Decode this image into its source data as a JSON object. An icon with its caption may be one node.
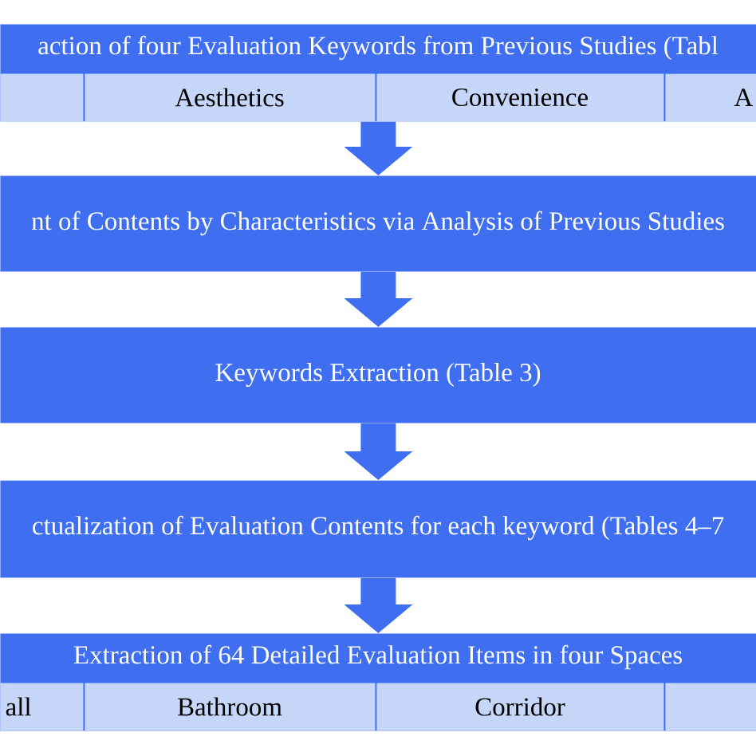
{
  "diagram": {
    "nodes": [
      {
        "text": [
          "action of four Evaluation Keywords from Previous Studies (Tabl"
        ]
      },
      {
        "text": [],
        "shape": "box",
        "in": 0
      },
      {
        "text": [
          "Aesthetics"
        ],
        "in": 0
      },
      {
        "text": [
          "Convenience"
        ],
        "in": 0
      },
      {
        "text": [
          "A"
        ],
        "in": 0
      },
      {
        "text": [
          "nt of Contents by Characteristics via Analysis of Previous Studies"
        ]
      },
      {
        "text": [
          "Keywords Extraction (Table 3)"
        ]
      },
      {
        "text": [
          "ctualization of Evaluation Contents for each keyword (Tables 4–7"
        ]
      },
      {
        "text": [
          "Extraction of 64 Detailed Evaluation Items in four Spaces"
        ]
      },
      {
        "text": [
          "all"
        ],
        "in": 8
      },
      {
        "text": [
          "Bathroom"
        ],
        "in": 8
      },
      {
        "text": [
          "Corridor"
        ],
        "in": 8
      },
      {
        "text": [],
        "shape": "box",
        "in": 8
      }
    ],
    "edges": [
      {
        "from": 0,
        "to": 5,
        "arrow": "to"
      },
      {
        "from": 5,
        "to": 6,
        "arrow": "to"
      },
      {
        "from": 6,
        "to": 7,
        "arrow": "to"
      },
      {
        "from": 7,
        "to": 8,
        "arrow": "to"
      }
    ]
  }
}
